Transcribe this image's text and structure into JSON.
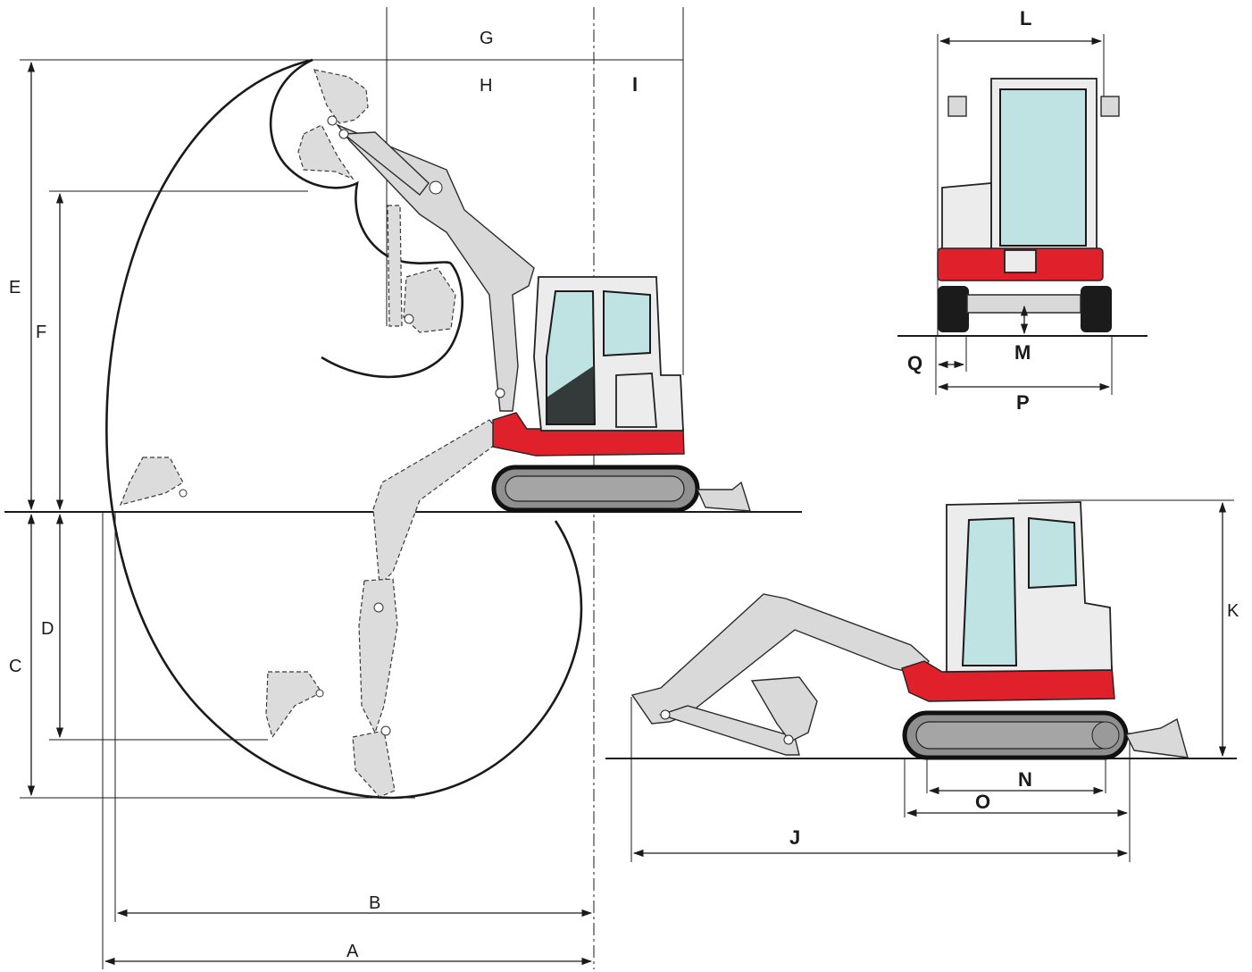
{
  "labels": {
    "A": "A",
    "B": "B",
    "C": "C",
    "D": "D",
    "E": "E",
    "F": "F",
    "G": "G",
    "H": "H",
    "I": "I",
    "J": "J",
    "K": "K",
    "L": "L",
    "M": "M",
    "N": "N",
    "O": "O",
    "P": "P",
    "Q": "Q"
  },
  "colors": {
    "machine_red": "#e0202a",
    "glass": "#bfe3e3",
    "body_grey": "#ececec",
    "arm_grey": "#d9d9d9",
    "line": "#1a1a1a"
  }
}
